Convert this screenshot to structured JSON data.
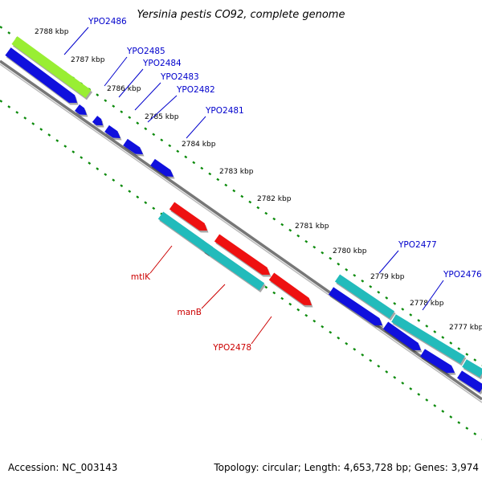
{
  "title": "Yersinia pestis CO92, complete genome",
  "footer": {
    "accession": "Accession: NC_003143",
    "summary": "Topology: circular; Length: 4,653,728 bp; Genes: 3,974"
  },
  "colors": {
    "backbone": "#888888",
    "ticks": "#0a8a0a",
    "forward_gene": "#1010dd",
    "highlight_gene": "#22bbbb",
    "selected_gene": "#ee1111",
    "yellow_green_gene": "#99ee33",
    "label_blue": "#0000cc",
    "label_red": "#cc0000"
  },
  "scale_labels": [
    "2788 kbp",
    "2787 kbp",
    "2786 kbp",
    "2785 kbp",
    "2784 kbp",
    "2783 kbp",
    "2782 kbp",
    "2781 kbp",
    "2780 kbp",
    "2779 kbp",
    "2778 kbp",
    "2777 kbp"
  ],
  "gene_labels_top": [
    "YPO2486",
    "YPO2485",
    "YPO2484",
    "YPO2483",
    "YPO2482",
    "YPO2481",
    "YPO2477",
    "YPO2476"
  ],
  "gene_labels_bottom": [
    "mtlK",
    "manB",
    "YPO2478"
  ]
}
